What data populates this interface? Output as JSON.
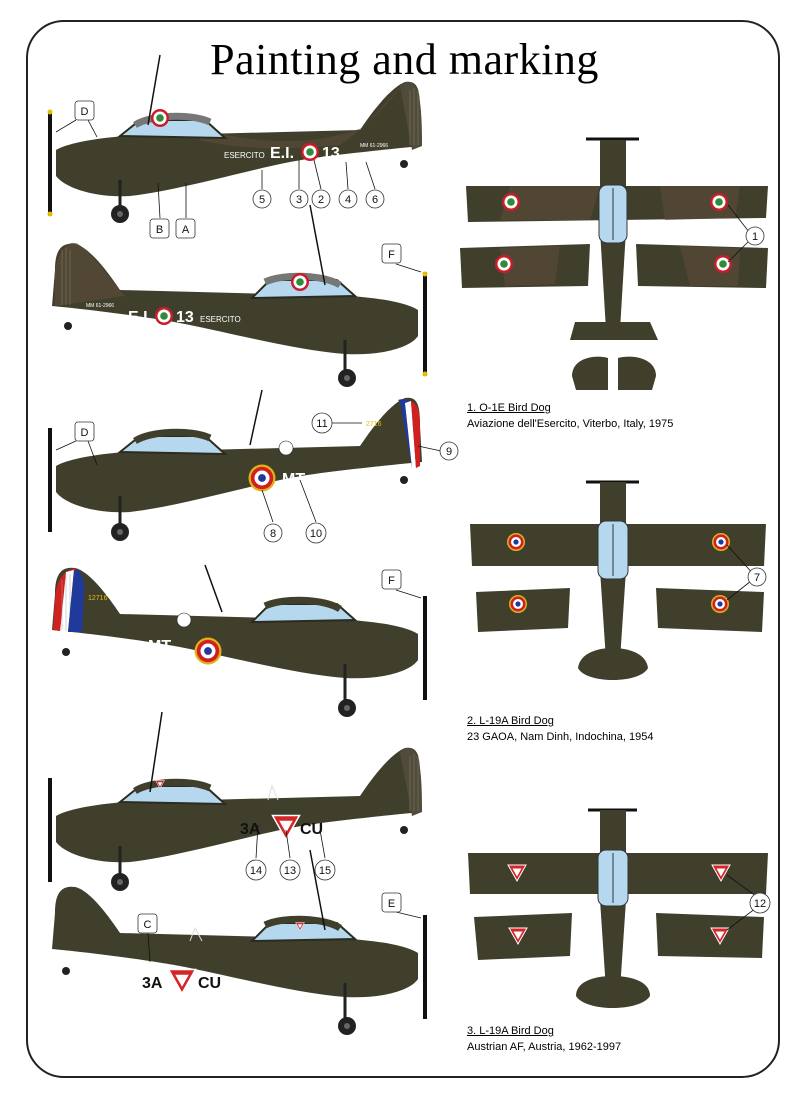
{
  "title": "Painting and marking",
  "variants": [
    {
      "name": "1. O-1E Bird Dog",
      "unit": "Aviazione dell'Esercito, Viterbo, Italy, 1975",
      "left_markings": {
        "code": "E.I.",
        "number": "13",
        "army": "ESERCITO",
        "serial": "MM 61-2966"
      },
      "right_markings": {
        "code": "E.I.",
        "number": "13",
        "army": "ESERCITO",
        "serial": "MM 61-2966"
      }
    },
    {
      "name": "2. L-19A Bird Dog",
      "unit": "23 GAOA, Nam Dinh, Indochina, 1954",
      "left_markings": {
        "code": "MT",
        "tail_number": "2716"
      },
      "right_markings": {
        "code": "MT",
        "tail_number": "12716"
      }
    },
    {
      "name": "3. L-19A Bird Dog",
      "unit": "Austrian AF, Austria, 1962-1997",
      "left_markings": {
        "code_left": "3A",
        "code_right": "CU"
      },
      "right_markings": {
        "code_left": "3A",
        "code_right": "CU"
      }
    }
  ],
  "callouts": {
    "D": "D",
    "B": "B",
    "A": "A",
    "F": "F",
    "C": "C",
    "E": "E",
    "n1": "1",
    "n2": "2",
    "n3": "3",
    "n4": "4",
    "n5": "5",
    "n6": "6",
    "n7": "7",
    "n8": "8",
    "n9": "9",
    "n10": "10",
    "n11": "11",
    "n12": "12",
    "n13": "13",
    "n14": "14",
    "n15": "15"
  },
  "colors": {
    "olive_drab": "#3f3f2c",
    "camo_brown": "#5a4a38",
    "glass_blue": "#b6d8ee",
    "italy_green": "#2e8b3a",
    "italy_red": "#c81e2b",
    "france_blue": "#1f3a9a",
    "france_red": "#d02020",
    "austria_red": "#d42626"
  }
}
